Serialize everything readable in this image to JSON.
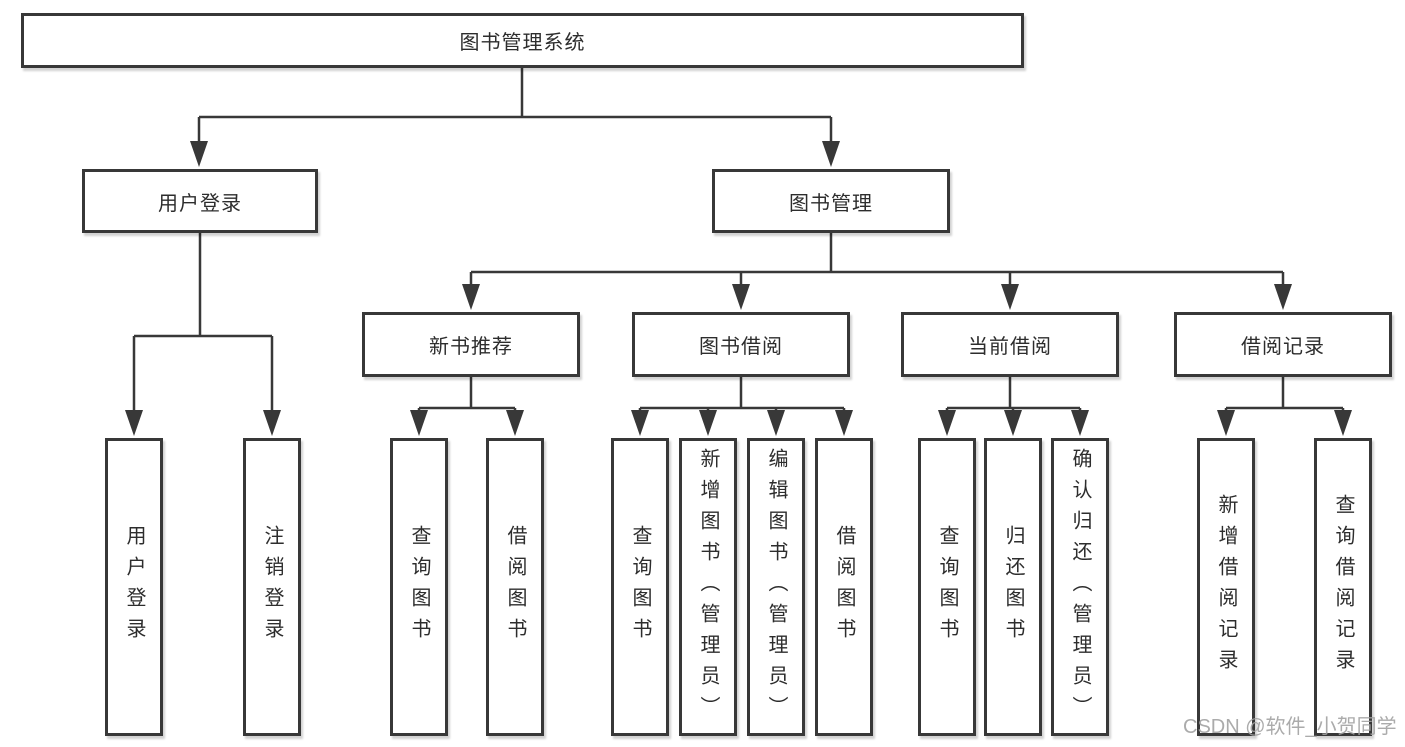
{
  "diagram_type": "hierarchy-tree",
  "watermark": "CSDN @软件_小贺同学",
  "colors": {
    "canvas_bg": "#ffffff",
    "box_bg": "#ffffff",
    "box_border": "#383838",
    "line": "#383838",
    "text": "#2d2d2d",
    "watermark": "#a3a3a3"
  },
  "tree": {
    "label": "图书管理系统",
    "children": [
      {
        "label": "用户登录",
        "children": [
          {
            "label": "用户登录"
          },
          {
            "label": "注销登录"
          }
        ]
      },
      {
        "label": "图书管理",
        "children": [
          {
            "label": "新书推荐",
            "children": [
              {
                "label": "查询图书"
              },
              {
                "label": "借阅图书"
              }
            ]
          },
          {
            "label": "图书借阅",
            "children": [
              {
                "label": "查询图书"
              },
              {
                "label": "新增图书（管理员）"
              },
              {
                "label": "编辑图书（管理员）"
              },
              {
                "label": "借阅图书"
              }
            ]
          },
          {
            "label": "当前借阅",
            "children": [
              {
                "label": "查询图书"
              },
              {
                "label": "归还图书"
              },
              {
                "label": "确认归还（管理员）"
              }
            ]
          },
          {
            "label": "借阅记录",
            "children": [
              {
                "label": "新增借阅记录"
              },
              {
                "label": "查询借阅记录"
              }
            ]
          }
        ]
      }
    ]
  }
}
